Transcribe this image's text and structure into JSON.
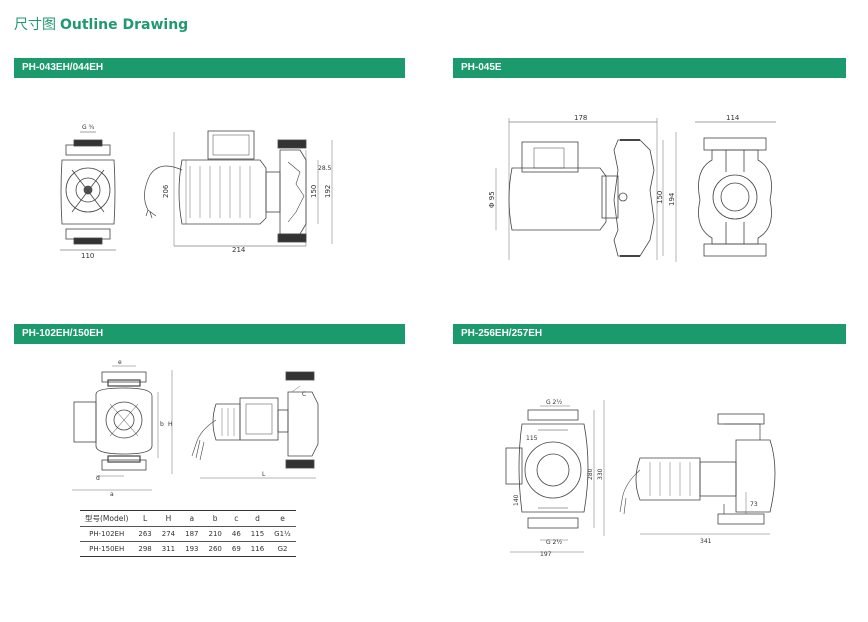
{
  "page_title": {
    "cn": "尺寸图",
    "en": "Outline Drawing"
  },
  "sections": [
    {
      "label": "PH-043EH/044EH"
    },
    {
      "label": "PH-045E"
    },
    {
      "label": "PH-102EH/150EH"
    },
    {
      "label": "PH-256EH/257EH"
    }
  ],
  "dims_043": {
    "width_front": "110",
    "length": "214",
    "h206": "206",
    "h150": "150",
    "h192": "192",
    "d28": "28.5",
    "top": "G ¾"
  },
  "dims_045": {
    "length": "178",
    "width": "114",
    "dia": "Φ 95",
    "h150": "150",
    "h194": "194"
  },
  "dims_102": {
    "e": "e",
    "b": "b",
    "H": "H",
    "C": "C",
    "d": "d",
    "a": "a",
    "L": "L"
  },
  "dims_256": {
    "g_top": "G 2½",
    "g_bot": "G 2½",
    "d115": "115",
    "d140": "140",
    "d280": "280",
    "d330": "330",
    "d197": "197",
    "d341": "341",
    "d73": "73"
  },
  "spec_table": {
    "headers": [
      "型号(Model)",
      "L",
      "H",
      "a",
      "b",
      "c",
      "d",
      "e"
    ],
    "rows": [
      [
        "PH-102EH",
        "263",
        "274",
        "187",
        "210",
        "46",
        "115",
        "G1½"
      ],
      [
        "PH-150EH",
        "298",
        "311",
        "193",
        "260",
        "69",
        "116",
        "G2"
      ]
    ]
  }
}
